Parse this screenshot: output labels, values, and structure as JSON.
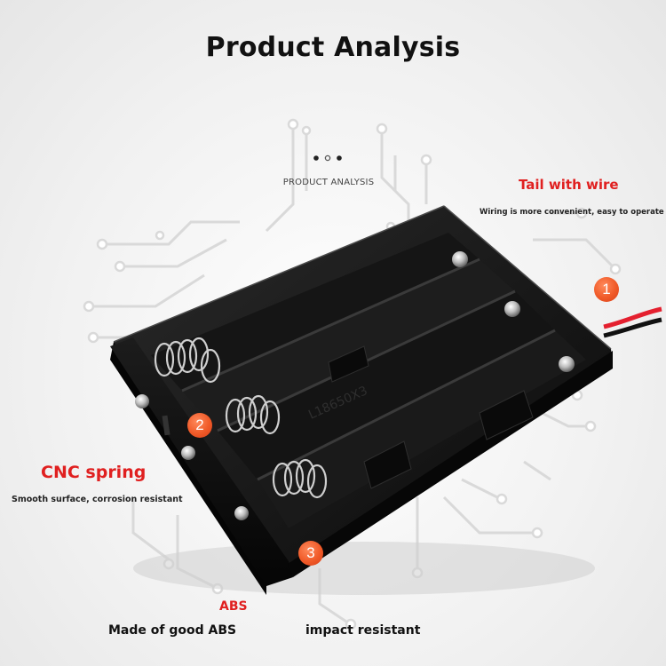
{
  "header": {
    "title": "Product Analysis",
    "subtitle": "PRODUCT ANALYSIS"
  },
  "features": [
    {
      "number": "1",
      "title": "Tail with wire",
      "description": "Wiring is more convenient, easy to operate"
    },
    {
      "number": "2",
      "title": "CNC spring",
      "description": "Smooth surface, corrosion resistant"
    },
    {
      "number": "3",
      "title": "ABS",
      "description_a": "Made of good ABS",
      "description_b": "impact resistant"
    }
  ],
  "product": {
    "model_marking": "L18650X3"
  },
  "colors": {
    "accent_red": "#e02020",
    "badge_orange": "#f05a28",
    "holder_black": "#0d0d0d"
  },
  "icons": [
    "circuit-pattern-icon",
    "dots-icon"
  ]
}
